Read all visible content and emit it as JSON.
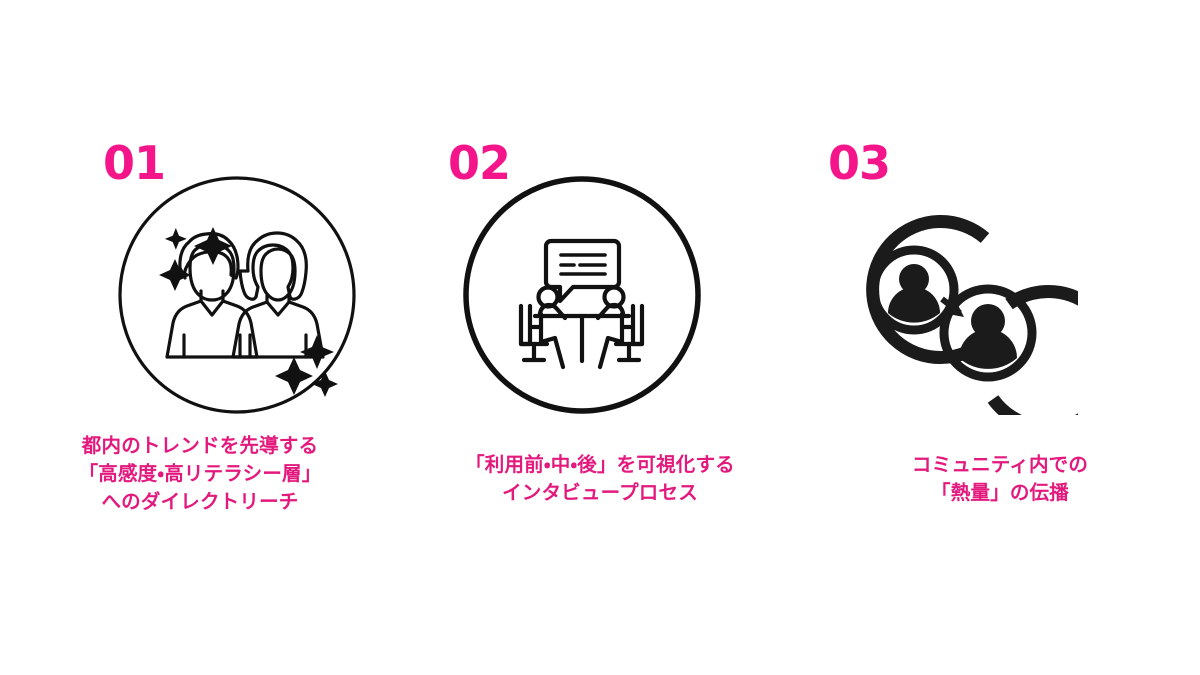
{
  "slide": {
    "background_color": "#ffffff",
    "number_color": "#f5158a",
    "caption_color": "#e3197d",
    "icon_color": "#111111"
  },
  "steps": [
    {
      "number": "01",
      "icon_name": "two-people-sparkle-icon",
      "caption": "都内のトレンドを先導する\n「高感度・高リテラシー層」\nへのダイレクトリーチ"
    },
    {
      "number": "02",
      "icon_name": "interview-speech-bubble-icon",
      "caption": "「利用前・中・後」を可視化する\nインタビュープロセス"
    },
    {
      "number": "03",
      "icon_name": "community-spread-arrow-icon",
      "caption": "コミュニティ内での\n「熱量」の伝播"
    }
  ]
}
